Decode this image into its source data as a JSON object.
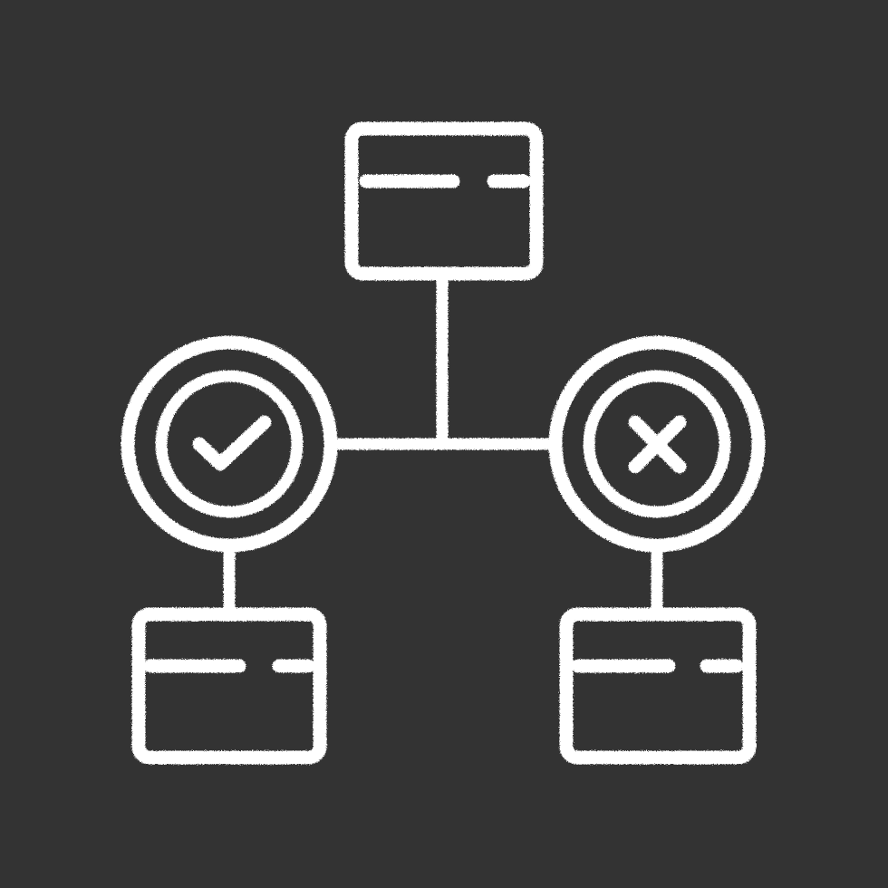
{
  "icon": {
    "name": "decision-flowchart-icon",
    "style": "chalk",
    "background_color": "#333333",
    "stroke_color": "#ffffff"
  },
  "nodes": [
    {
      "id": "top-box",
      "kind": "window-box"
    },
    {
      "id": "approve-circle",
      "kind": "circle",
      "symbol": "check-icon"
    },
    {
      "id": "reject-circle",
      "kind": "circle",
      "symbol": "x-icon"
    },
    {
      "id": "bottom-left-box",
      "kind": "window-box"
    },
    {
      "id": "bottom-right-box",
      "kind": "window-box"
    }
  ]
}
